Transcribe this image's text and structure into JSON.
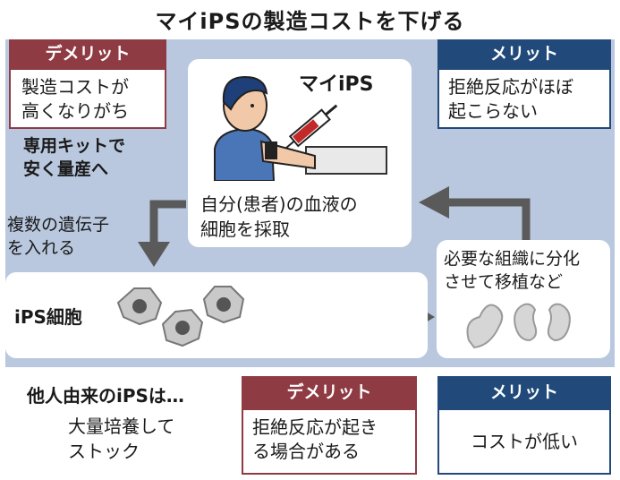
{
  "title": "マイiPSの製造コストを下げる",
  "my_ips": {
    "demerit_label": "デメリット",
    "demerit_text": [
      "製造コストが",
      "高くなりがち"
    ],
    "merit_label": "メリット",
    "merit_text": [
      "拒絶反応がほぼ",
      "起こらない"
    ],
    "kit_note": [
      "専用キットで",
      "安く量産へ"
    ],
    "card_title": "マイiPS",
    "card_text": [
      "自分(患者)の血液の",
      "細胞を採取"
    ]
  },
  "gene_step": [
    "複数の遺伝子",
    "を入れる"
  ],
  "ips_cells_label": "iPS細胞",
  "transplant_step": [
    "必要な組織に分化",
    "させて移植など"
  ],
  "other_ips": {
    "heading": "他人由来のiPSは…",
    "note": [
      "大量培養して",
      "ストック"
    ],
    "demerit_label": "デメリット",
    "demerit_text": [
      "拒絶反応が起き",
      "る場合がある"
    ],
    "merit_label": "メリット",
    "merit_text": "コストが低い"
  },
  "colors": {
    "demerit": "#8f3b43",
    "merit": "#214a7a",
    "panel": "#b9c8de",
    "arrow": "#5a5a5a"
  },
  "icons": [
    "patient-blood-draw-illustration",
    "cell-icon",
    "stomach-icon",
    "kidney-icon"
  ]
}
